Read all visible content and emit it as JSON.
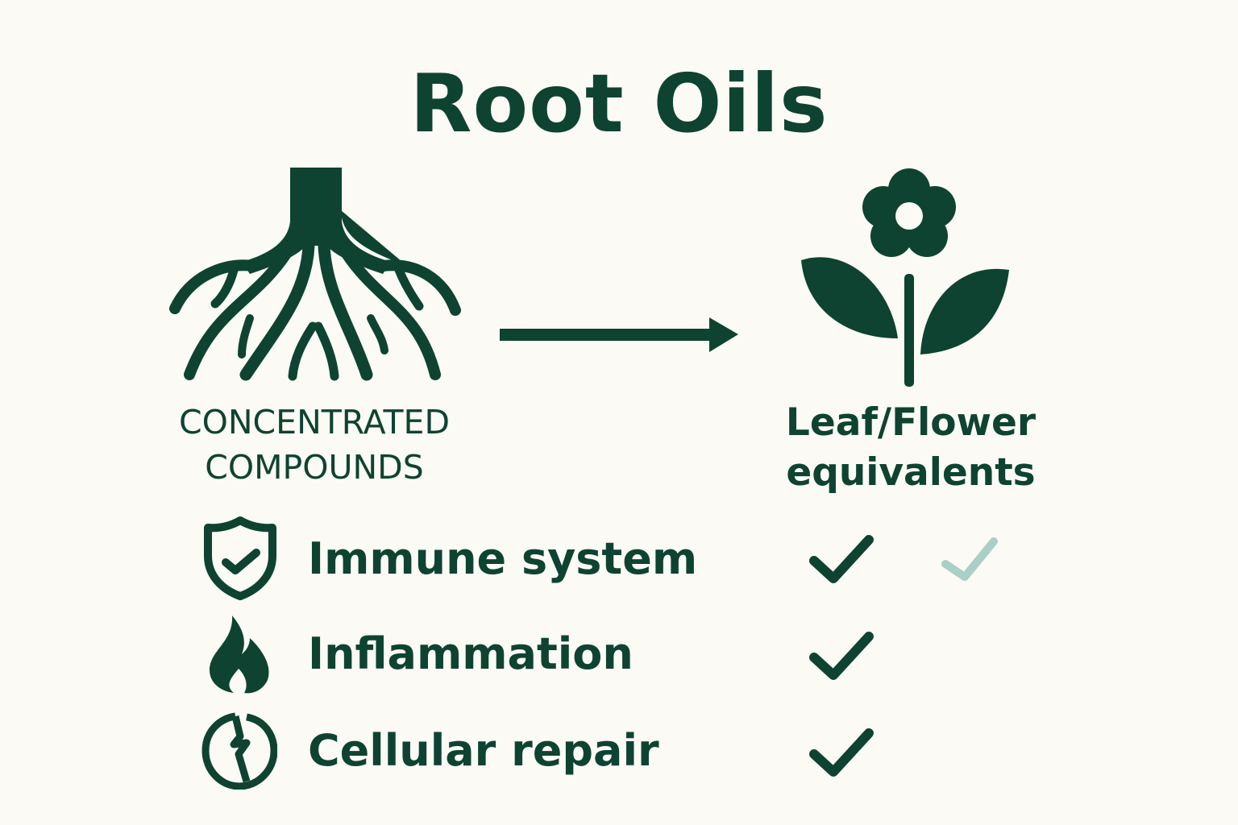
{
  "title": "Root Oils",
  "root": {
    "caption_line1": "CONCENTRATED",
    "caption_line2": "COMPOUNDS",
    "icon": "roots-icon"
  },
  "flower": {
    "caption_line1": "Leaf/Flower",
    "caption_line2": "equivalents",
    "icon": "flower-icon"
  },
  "arrow": "arrow-right-icon",
  "benefits": [
    {
      "label": "Immune system",
      "icon": "shield-check-icon",
      "checks": [
        "full",
        "faint"
      ]
    },
    {
      "label": "Inflammation",
      "icon": "flame-icon",
      "checks": [
        "full"
      ]
    },
    {
      "label": "Cellular repair",
      "icon": "broken-circle-icon",
      "checks": [
        "full"
      ]
    }
  ],
  "colors": {
    "primary": "#0e4331",
    "faint": "#a9cfc6",
    "background": "#fbfaf5"
  }
}
